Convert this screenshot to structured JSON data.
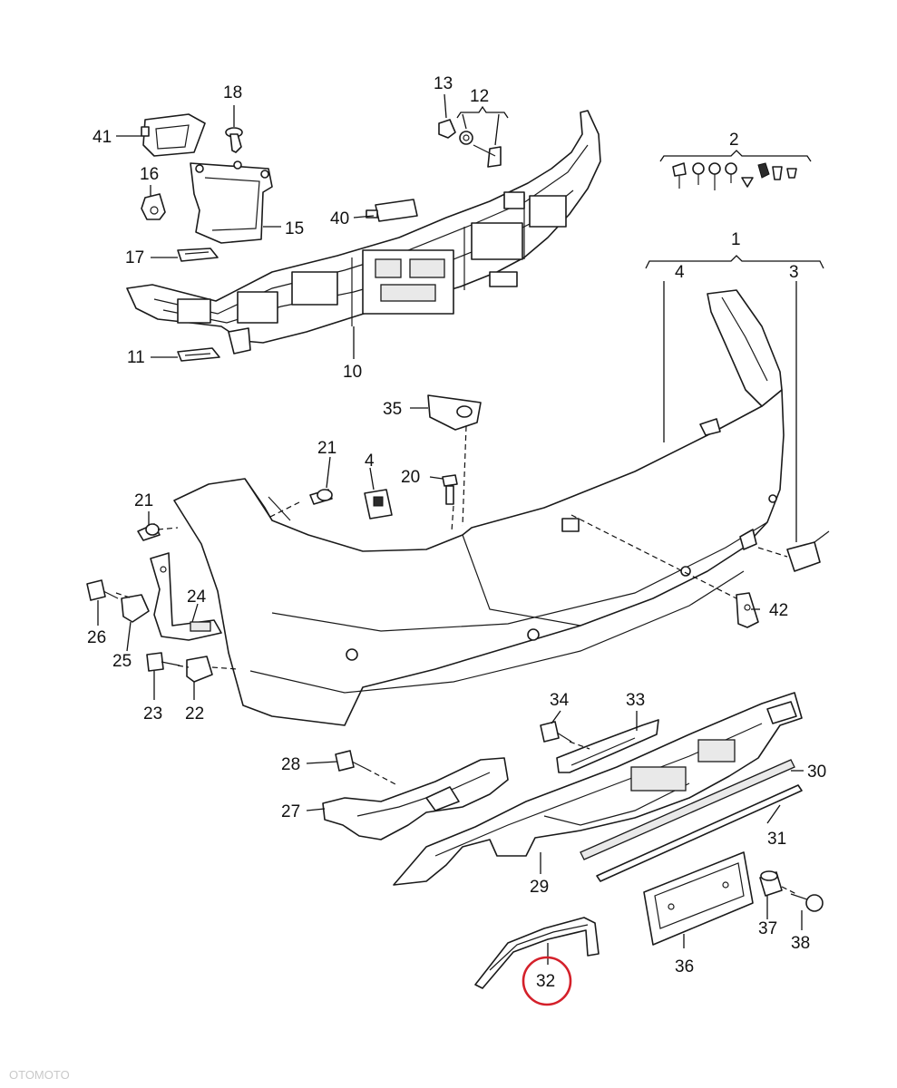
{
  "callouts": {
    "n1": "1",
    "n2": "2",
    "n3": "3",
    "n4a": "4",
    "n4b": "4",
    "n10": "10",
    "n11": "11",
    "n12": "12",
    "n13": "13",
    "n15": "15",
    "n16": "16",
    "n17": "17",
    "n18": "18",
    "n20": "20",
    "n21a": "21",
    "n21b": "21",
    "n22": "22",
    "n23": "23",
    "n24": "24",
    "n25": "25",
    "n26": "26",
    "n27": "27",
    "n28": "28",
    "n29": "29",
    "n30": "30",
    "n31": "31",
    "n32": "32",
    "n33": "33",
    "n34": "34",
    "n35": "35",
    "n36": "36",
    "n37": "37",
    "n38": "38",
    "n40": "40",
    "n41": "41",
    "n42": "42"
  },
  "highlight": {
    "part": "32",
    "color": "#d4202a"
  },
  "watermark": "OTOMOTO"
}
